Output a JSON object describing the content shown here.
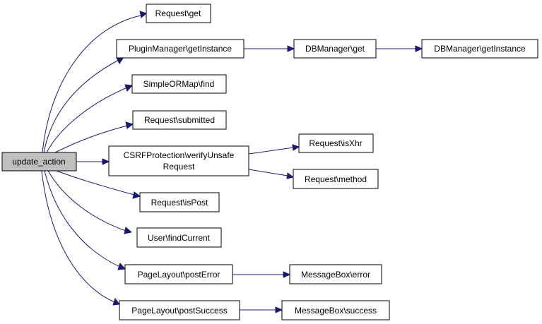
{
  "colors": {
    "edge": "#191970",
    "root_fill": "#bfbfbf",
    "node_fill": "#ffffff",
    "border": "#000000"
  },
  "nodes": {
    "root": "update_action",
    "request_get": "Request\\get",
    "pluginmanager_getinstance": "PluginManager\\getInstance",
    "dbmanager_get": "DBManager\\get",
    "dbmanager_getinstance": "DBManager\\getInstance",
    "simpleormap_find": "SimpleORMap\\find",
    "request_submitted": "Request\\submitted",
    "csrf_line1": "CSRFProtection\\verifyUnsafe",
    "csrf_line2": "Request",
    "request_isxhr": "Request\\isXhr",
    "request_method": "Request\\method",
    "request_ispost": "Request\\isPost",
    "user_findcurrent": "User\\findCurrent",
    "pagelayout_posterror": "PageLayout\\postError",
    "messagebox_error": "MessageBox\\error",
    "pagelayout_postsuccess": "PageLayout\\postSuccess",
    "messagebox_success": "MessageBox\\success"
  }
}
